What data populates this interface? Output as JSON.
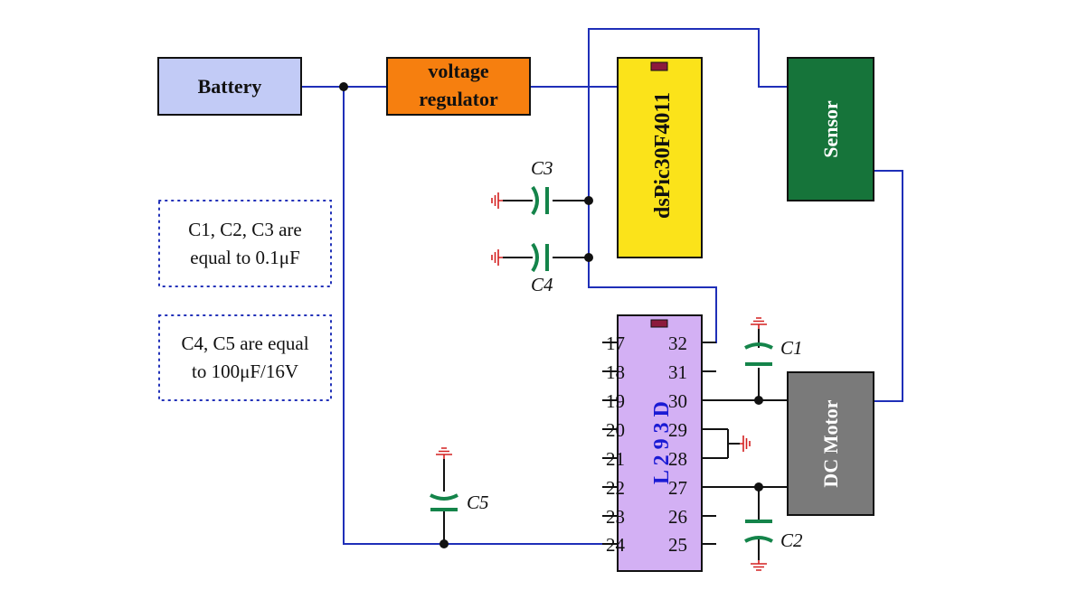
{
  "colors": {
    "battery": "#c2cbf6",
    "regulator": "#f67f0f",
    "mcu": "#fbe31a",
    "sensor": "#16743a",
    "motor": "#7a7a7a",
    "driver": "#d3b0f4",
    "wire": "#1f2fb8",
    "capacitor": "#14844a",
    "ground": "#d42020",
    "pin_marker": "#8c1a3c"
  },
  "blocks": {
    "battery": "Battery",
    "regulator_line1": "voltage",
    "regulator_line2": "regulator",
    "mcu": "dsPic30F4011",
    "sensor": "Sensor",
    "motor": "DC Motor",
    "driver": "L 2 9 3 D"
  },
  "pins": {
    "left": [
      "17",
      "18",
      "19",
      "20",
      "21",
      "22",
      "23",
      "24"
    ],
    "right": [
      "32",
      "31",
      "30",
      "29",
      "28",
      "27",
      "26",
      "25"
    ]
  },
  "capacitors": {
    "c1": "C1",
    "c2": "C2",
    "c3": "C3",
    "c4": "C4",
    "c5": "C5"
  },
  "notes": {
    "note1_line1": "C1, C2, C3 are",
    "note1_line2": "equal to 0.1μF",
    "note2_line1": "C4, C5 are equal",
    "note2_line2": "to 100μF/16V"
  }
}
